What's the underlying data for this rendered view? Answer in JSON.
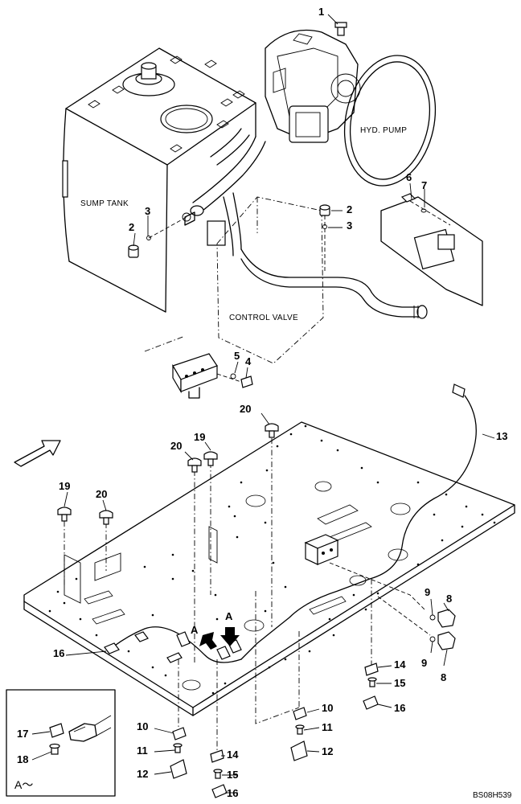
{
  "component_labels": {
    "sump_tank": "SUMP TANK",
    "hyd_pump": "HYD. PUMP",
    "control_valve": "CONTROL VALVE"
  },
  "callouts": {
    "n1": "1",
    "n2a": "2",
    "n2b": "2",
    "n3a": "3",
    "n3b": "3",
    "n4": "4",
    "n5": "5",
    "n6": "6",
    "n7": "7",
    "n8a": "8",
    "n8b": "8",
    "n9a": "9",
    "n9b": "9",
    "n10a": "10",
    "n10b": "10",
    "n11a": "11",
    "n11b": "11",
    "n12a": "12",
    "n12b": "12",
    "n13": "13",
    "n14a": "14",
    "n14b": "14",
    "n15a": "15",
    "n15b": "15",
    "n16a": "16",
    "n16b": "16",
    "n16c": "16",
    "n17": "17",
    "n18": "18",
    "n19a": "19",
    "n19b": "19",
    "n20a": "20",
    "n20b": "20",
    "n20c": "20"
  },
  "view_markers": {
    "a1": "A",
    "a2": "A"
  },
  "detail_view_label": "A～",
  "drawing_ref": "BS08H539"
}
